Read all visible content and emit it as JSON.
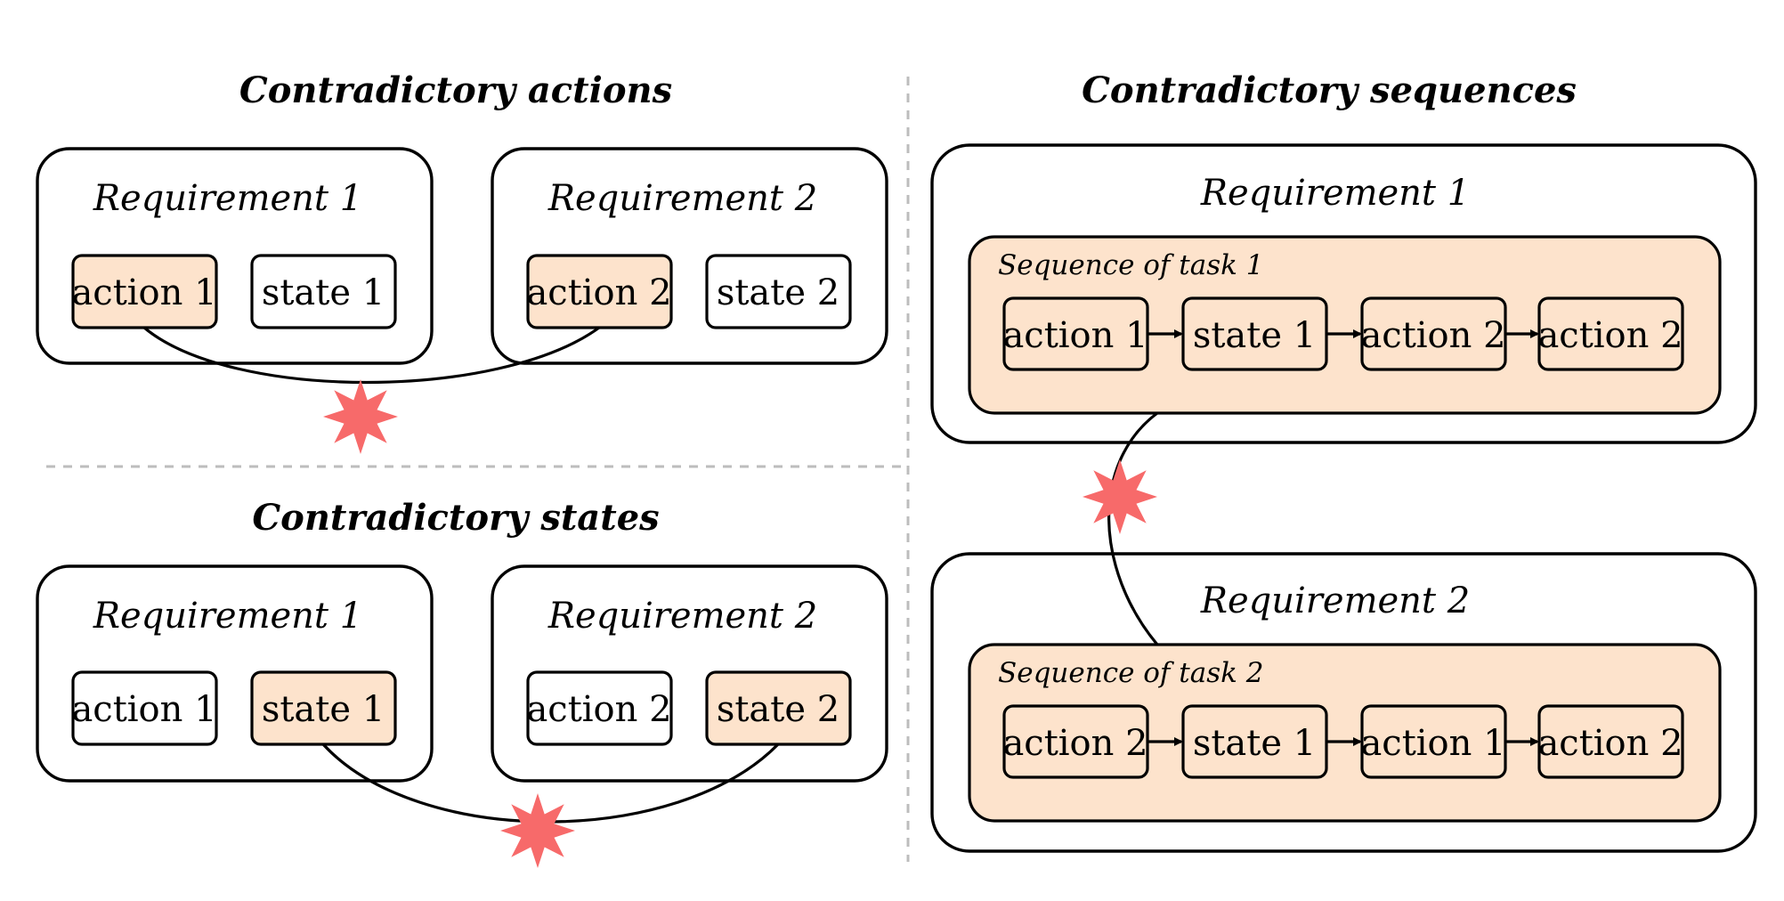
{
  "colors": {
    "highlight": "#fde3cc",
    "conflict": "#f76a6a",
    "divider": "#bdbdbd",
    "border": "#000000"
  },
  "panels": {
    "actions": {
      "title": "Contradictory actions",
      "req1": {
        "label": "Requirement 1",
        "items": [
          "action 1",
          "state 1"
        ]
      },
      "req2": {
        "label": "Requirement 2",
        "items": [
          "action 2",
          "state 2"
        ]
      }
    },
    "states": {
      "title": "Contradictory states",
      "req1": {
        "label": "Requirement 1",
        "items": [
          "action 1",
          "state 1"
        ]
      },
      "req2": {
        "label": "Requirement 2",
        "items": [
          "action 2",
          "state 2"
        ]
      }
    },
    "sequences": {
      "title": "Contradictory sequences",
      "req1": {
        "label": "Requirement 1",
        "seq_label": "Sequence of task 1",
        "steps": [
          "action 1",
          "state 1",
          "action 2",
          "action 2"
        ]
      },
      "req2": {
        "label": "Requirement 2",
        "seq_label": "Sequence of task 2",
        "steps": [
          "action 2",
          "state 1",
          "action 1",
          "action 2"
        ]
      }
    }
  },
  "conflict_icon": "starburst-icon"
}
